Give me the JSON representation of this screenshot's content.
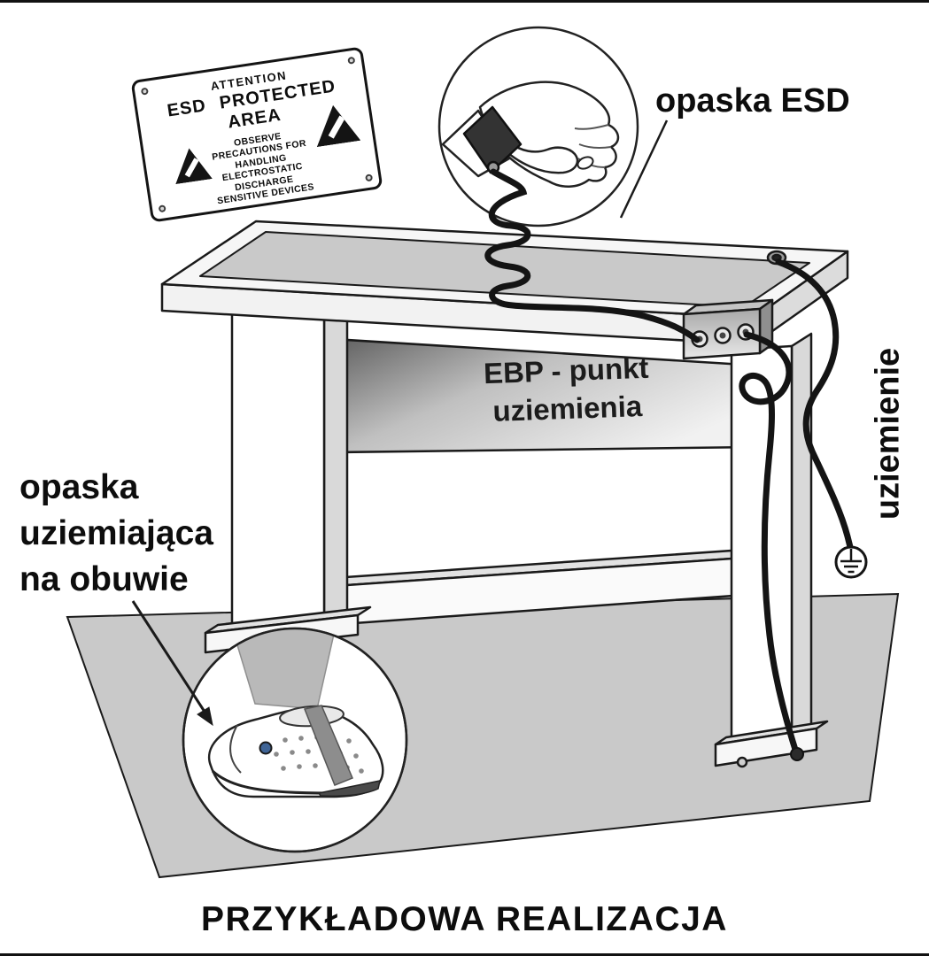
{
  "sign": {
    "attention": "ATTENTION",
    "headline": "ESD PROTECTED AREA",
    "body_lines": [
      "OBSERVE",
      "PRECAUTIONS FOR",
      "HANDLING",
      "ELECTROSTATIC",
      "DISCHARGE",
      "SENSITIVE DEVICES"
    ]
  },
  "labels": {
    "esd_wrist_strap": "opaska ESD",
    "grounding_vertical": "uziemienie",
    "ebp": {
      "line1": "EBP - punkt",
      "line2": "uziemienia"
    },
    "shoe_strap": {
      "line1": "opaska",
      "line2": "uziemiająca",
      "line3": "na obuwie"
    }
  },
  "caption": "PRZYKŁADOWA REALIZACJA",
  "icons": {
    "esd_warning_triangle": "black triangle with hand symbol",
    "earth_ground_symbol": "circle with grounding bars",
    "screw": "corner mounting screw dot"
  },
  "colors": {
    "outline": "#1a1a1a",
    "cable": "#141414",
    "tabletop_mat_gray": "#c9c9c9",
    "floor_mat_gray": "#c9c9c9",
    "panel_shadow_gray": "#5f5f5f",
    "trouser_leg_gray": "#b9b9b9",
    "shoe_ground_stud_blue": "#3f6496",
    "background": "#ffffff"
  }
}
